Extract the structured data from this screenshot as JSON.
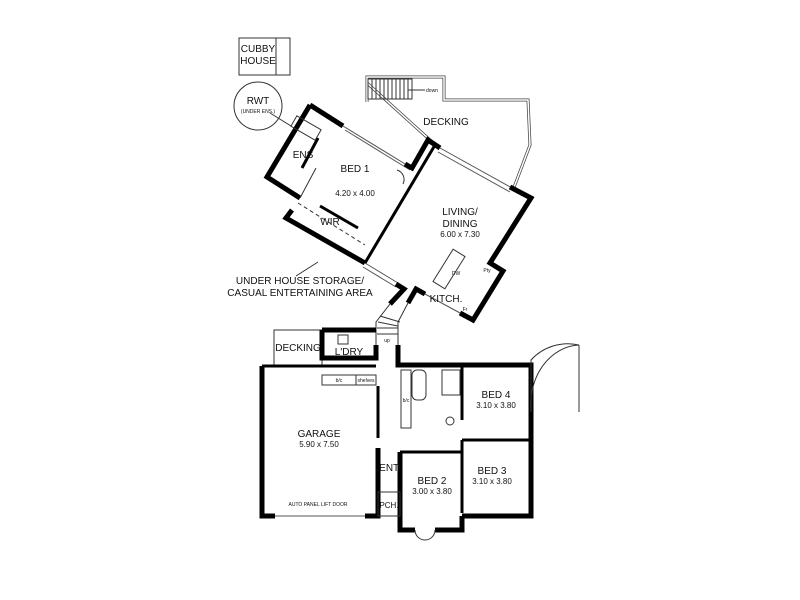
{
  "plan": {
    "cubby": {
      "line1": "CUBBY",
      "line2": "HOUSE"
    },
    "rwt": {
      "line1": "RWT",
      "line2": "(UNDER ENS.)"
    },
    "decking_upper": "DECKING",
    "stairs_down": "down",
    "ens": "ENS",
    "bed1": {
      "name": "BED 1",
      "size": "4.20 x 4.00"
    },
    "wir": "WIR",
    "living": {
      "line1": "LIVING/",
      "line2": "DINING",
      "size": "6.00 x 7.30"
    },
    "storage": {
      "line1": "UNDER HOUSE STORAGE/",
      "line2": "CASUAL ENTERTAINING AREA"
    },
    "kitchen": "KITCH.",
    "pantry": "Pty",
    "dishwasher": "DW",
    "fridge": "Fr",
    "stairs_up": "up",
    "decking_lower": "DECKING",
    "laundry": "L'DRY",
    "laundry_bic": "b/c",
    "shelves": "shelves",
    "hall_bic": "b/c",
    "garage": {
      "name": "GARAGE",
      "size": "5.90 x 7.50"
    },
    "garage_door": "AUTO PANEL LIFT DOOR",
    "entry": "ENT.",
    "porch": "PCH.",
    "bed2": {
      "name": "BED 2",
      "size": "3.00 x 3.80"
    },
    "bed3": {
      "name": "BED 3",
      "size": "3.10 x 3.80"
    },
    "bed4": {
      "name": "BED 4",
      "size": "3.10 x 3.80"
    }
  }
}
